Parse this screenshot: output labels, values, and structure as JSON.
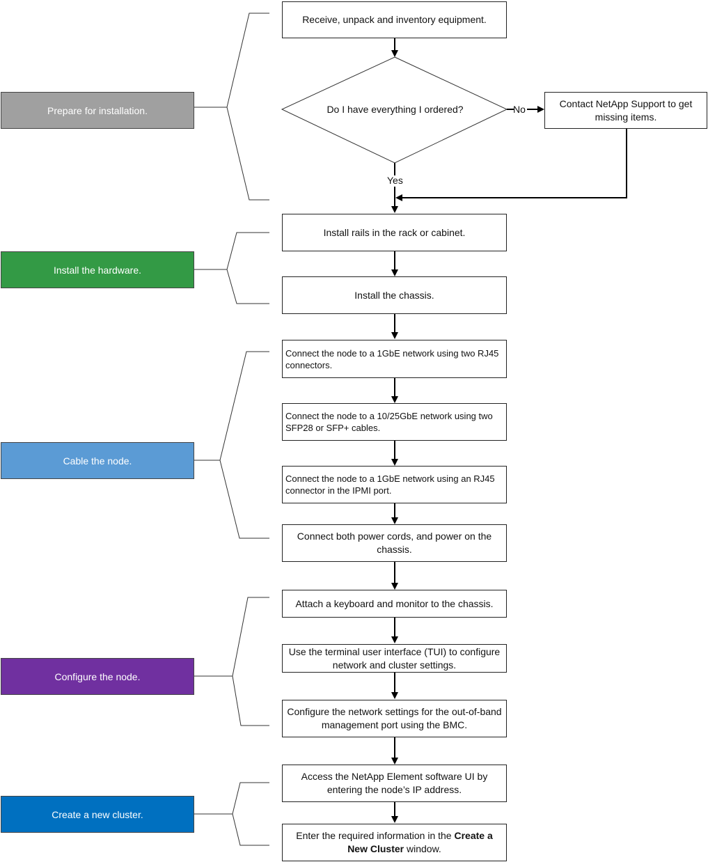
{
  "phases": {
    "prepare": "Prepare for installation.",
    "hardware": "Install the hardware.",
    "cable": "Cable the node.",
    "configure": "Configure the node.",
    "cluster": "Create a new cluster."
  },
  "colors": {
    "prepare": "#a0a0a0",
    "hardware": "#339a45",
    "cable": "#5b9bd5",
    "configure": "#7030a0",
    "cluster": "#0070c0"
  },
  "steps": {
    "receive": "Receive, unpack and inventory equipment.",
    "decision": "Do I have everything I ordered?",
    "contact": "Contact NetApp Support to get missing items.",
    "no_label": "No",
    "yes_label": "Yes",
    "rails": "Install rails in the rack or cabinet.",
    "chassis": "Install the chassis.",
    "net1g": "Connect the node to a 1GbE network using two RJ45 connectors.",
    "net10g": "Connect the node to a 10/25GbE network using two SFP28 or SFP+ cables.",
    "ipmi": "Connect the node to a 1GbE network using an RJ45 connector in the IPMI port.",
    "power": "Connect both power cords, and power on the chassis.",
    "keyboard": "Attach a keyboard and monitor to the chassis.",
    "tui": "Use the terminal user interface (TUI) to configure network and cluster settings.",
    "bmc": "Configure the network settings for the out-of-band management port using the BMC.",
    "access_ui": "Access the NetApp Element software UI by entering the node’s IP address.",
    "enter_info_pre": "Enter the required information in the ",
    "enter_info_bold": "Create a New Cluster",
    "enter_info_post": " window."
  }
}
